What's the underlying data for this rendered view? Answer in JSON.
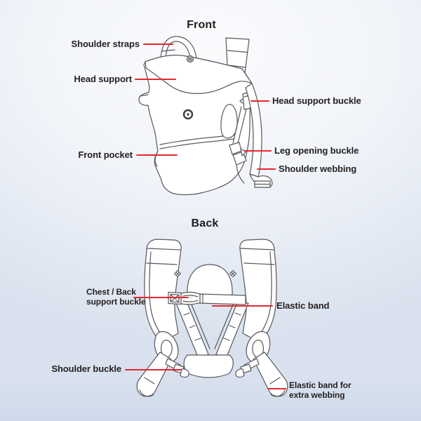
{
  "page": {
    "accent_red": "#e8262d",
    "text_color": "#231f20",
    "line_gray": "#57585c",
    "background_top": "#fafbfd",
    "background_bottom": "#d9e1ee"
  },
  "front": {
    "title": "Front",
    "labels": {
      "shoulder_straps": "Shoulder straps",
      "head_support": "Head support",
      "head_support_buckle": "Head support buckle",
      "front_pocket": "Front pocket",
      "leg_opening_buckle": "Leg opening buckle",
      "shoulder_webbing": "Shoulder webbing"
    }
  },
  "back": {
    "title": "Back",
    "labels": {
      "chest_back_line1": "Chest / Back",
      "chest_back_line2": "support buckle",
      "elastic_band": "Elastic band",
      "shoulder_buckle": "Shoulder buckle",
      "elastic_extra_line1": "Elastic band for",
      "elastic_extra_line2": "extra webbing"
    }
  }
}
